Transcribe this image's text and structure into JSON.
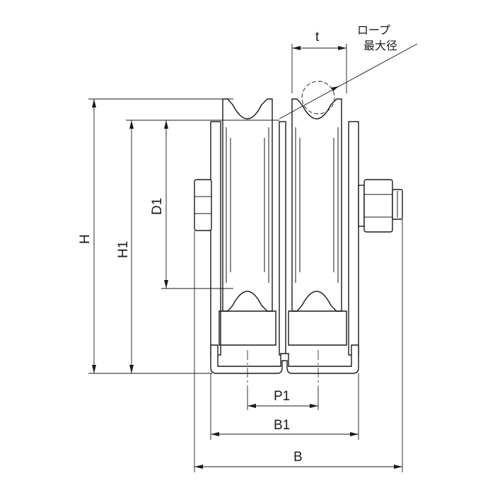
{
  "labels": {
    "t": "t",
    "rope_line1": "ロープ",
    "rope_line2": "最大径",
    "H": "H",
    "H1": "H1",
    "D1": "D1",
    "P1": "P1",
    "B1": "B1",
    "B": "B"
  },
  "colors": {
    "line": "#1a1a1a",
    "background": "#ffffff"
  }
}
